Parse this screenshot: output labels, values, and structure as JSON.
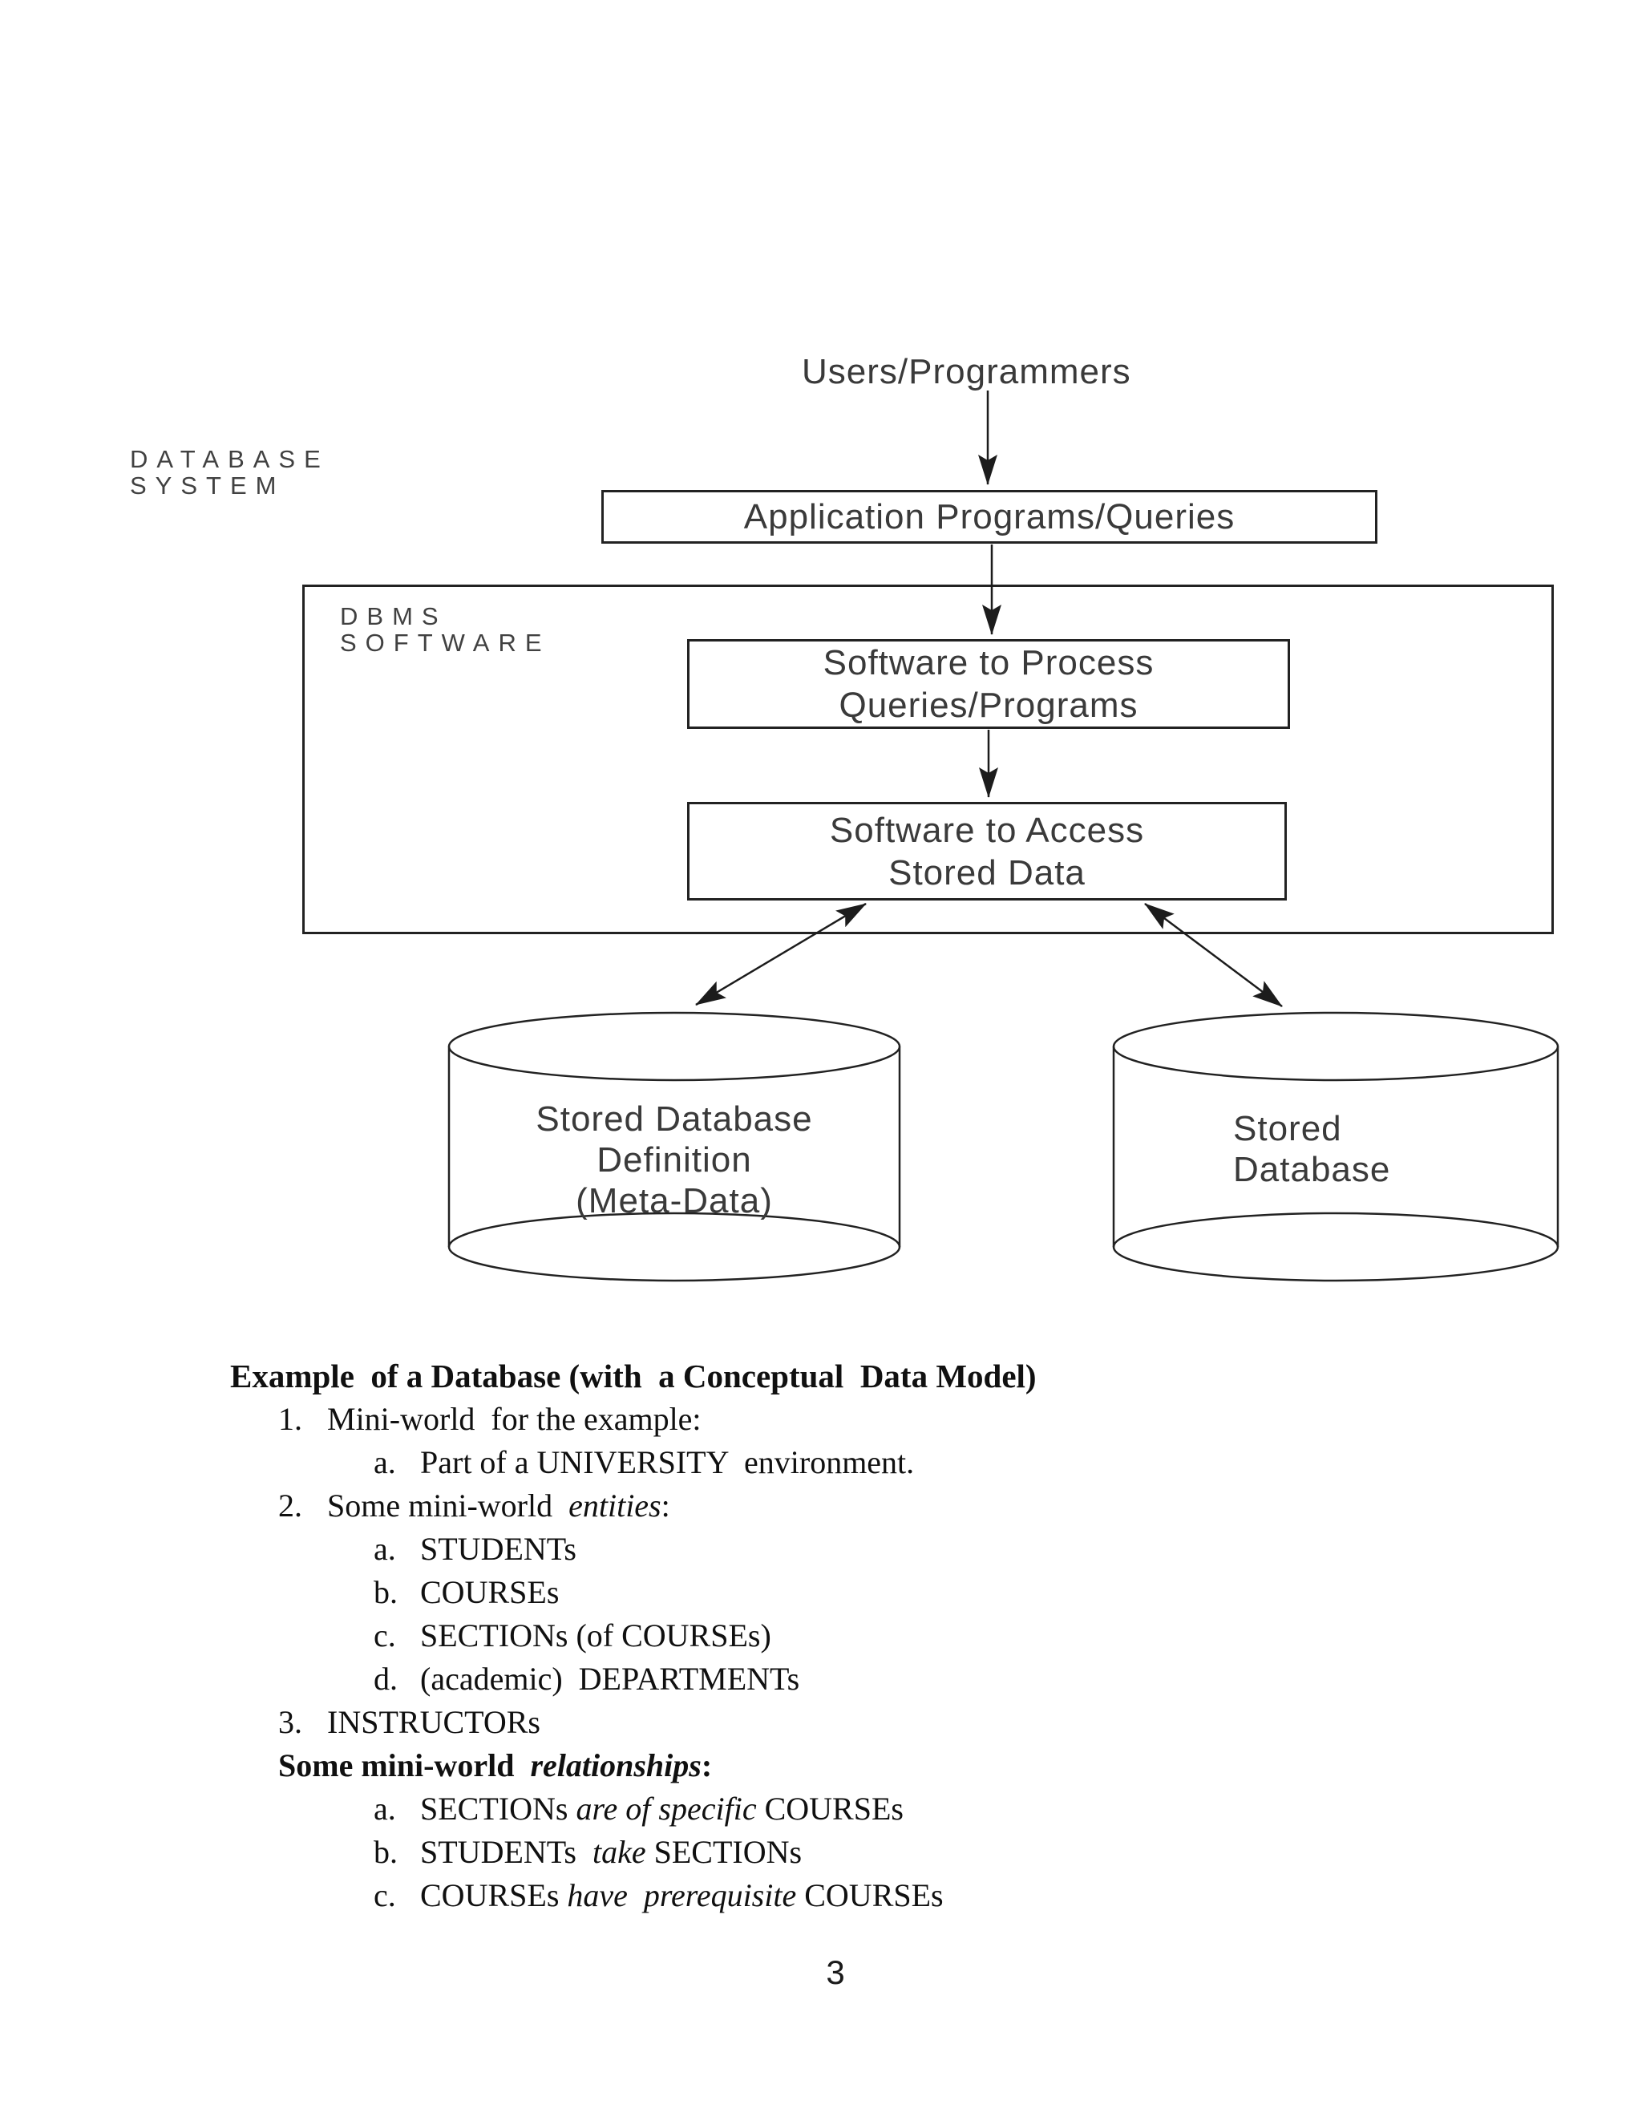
{
  "diagram": {
    "users_label": "Users/Programmers",
    "database_system_label": {
      "line1": "DATABASE",
      "line2": "SYSTEM"
    },
    "dbms_software_label": {
      "line1": "DBMS",
      "line2": "SOFTWARE"
    },
    "application_box": "Application Programs/Queries",
    "process_box": {
      "line1": "Software to Process",
      "line2": "Queries/Programs"
    },
    "access_box": {
      "line1": "Software to Access",
      "line2": "Stored Data"
    },
    "meta_cylinder": {
      "line1": "Stored Database",
      "line2": "Definition",
      "line3": "(Meta-Data)"
    },
    "stored_cylinder": {
      "line1": "Stored",
      "line2": "Database"
    },
    "line_color": "#222222"
  },
  "content": {
    "heading": "Example  of a Database (with  a Conceptual  Data Model)",
    "items": [
      {
        "marker": "1.",
        "pre": "Mini-world  for the example:",
        "italic": "",
        "post": ""
      },
      {
        "marker": "a.",
        "pre": "Part of a UNIVERSITY  environment.",
        "italic": "",
        "post": ""
      },
      {
        "marker": "2.",
        "pre": "Some mini-world  ",
        "italic": "entities",
        "post": ":"
      },
      {
        "marker": "a.",
        "pre": "STUDENTs",
        "italic": "",
        "post": ""
      },
      {
        "marker": "b.",
        "pre": "COURSEs",
        "italic": "",
        "post": ""
      },
      {
        "marker": "c.",
        "pre": "SECTIONs (of COURSEs)",
        "italic": "",
        "post": ""
      },
      {
        "marker": "d.",
        "pre": "(academic)  DEPARTMENTs",
        "italic": "",
        "post": ""
      },
      {
        "marker": "3.",
        "pre": "INSTRUCTORs",
        "italic": "",
        "post": ""
      },
      {
        "marker": "",
        "pre": "Some mini-world  ",
        "italic": "relationships",
        "post": ":"
      },
      {
        "marker": "a.",
        "pre": "SECTIONs ",
        "italic": "are of specific",
        "post": " COURSEs"
      },
      {
        "marker": "b.",
        "pre": "STUDENTs  ",
        "italic": "take",
        "post": " SECTIONs"
      },
      {
        "marker": "c.",
        "pre": "COURSEs ",
        "italic": "have  prerequisite",
        "post": " COURSEs"
      }
    ]
  },
  "footer": {
    "page_number": "3"
  }
}
